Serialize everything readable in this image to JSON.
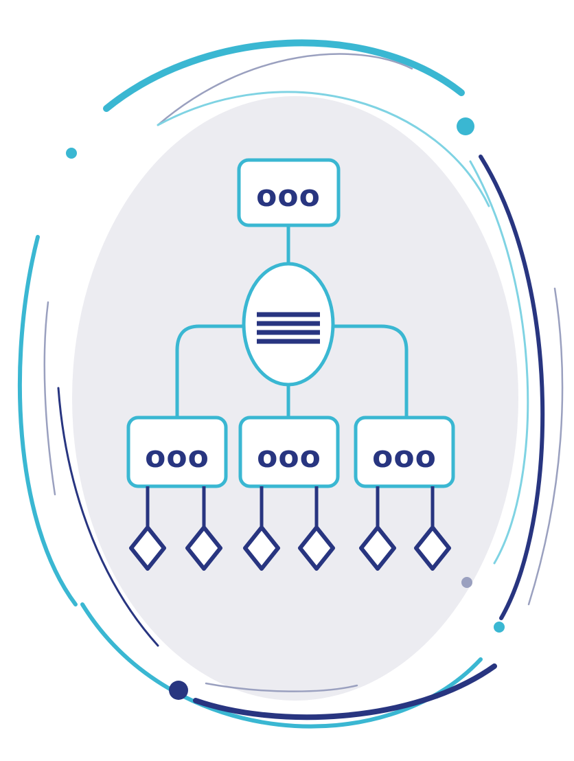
{
  "illustration": {
    "type": "hierarchy-icon",
    "icon_name": "org-chart-icon",
    "root_node": {
      "label": "ooo",
      "shape": "rounded-rectangle"
    },
    "hub_node": {
      "shape": "ellipse",
      "icon": "list-lines-icon",
      "line_count": 4
    },
    "child_nodes": [
      {
        "label": "ooo",
        "leaf_count": 2
      },
      {
        "label": "ooo",
        "leaf_count": 2
      },
      {
        "label": "ooo",
        "leaf_count": 2
      }
    ],
    "leaf_shape": "diamond"
  },
  "colors": {
    "accent_cyan": "#3ab7d2",
    "accent_teal_light": "#7fd3e3",
    "navy": "#283580",
    "inner_fill": "#ececf1",
    "ring_gray": "#9aa0bf",
    "background": "#ffffff"
  }
}
